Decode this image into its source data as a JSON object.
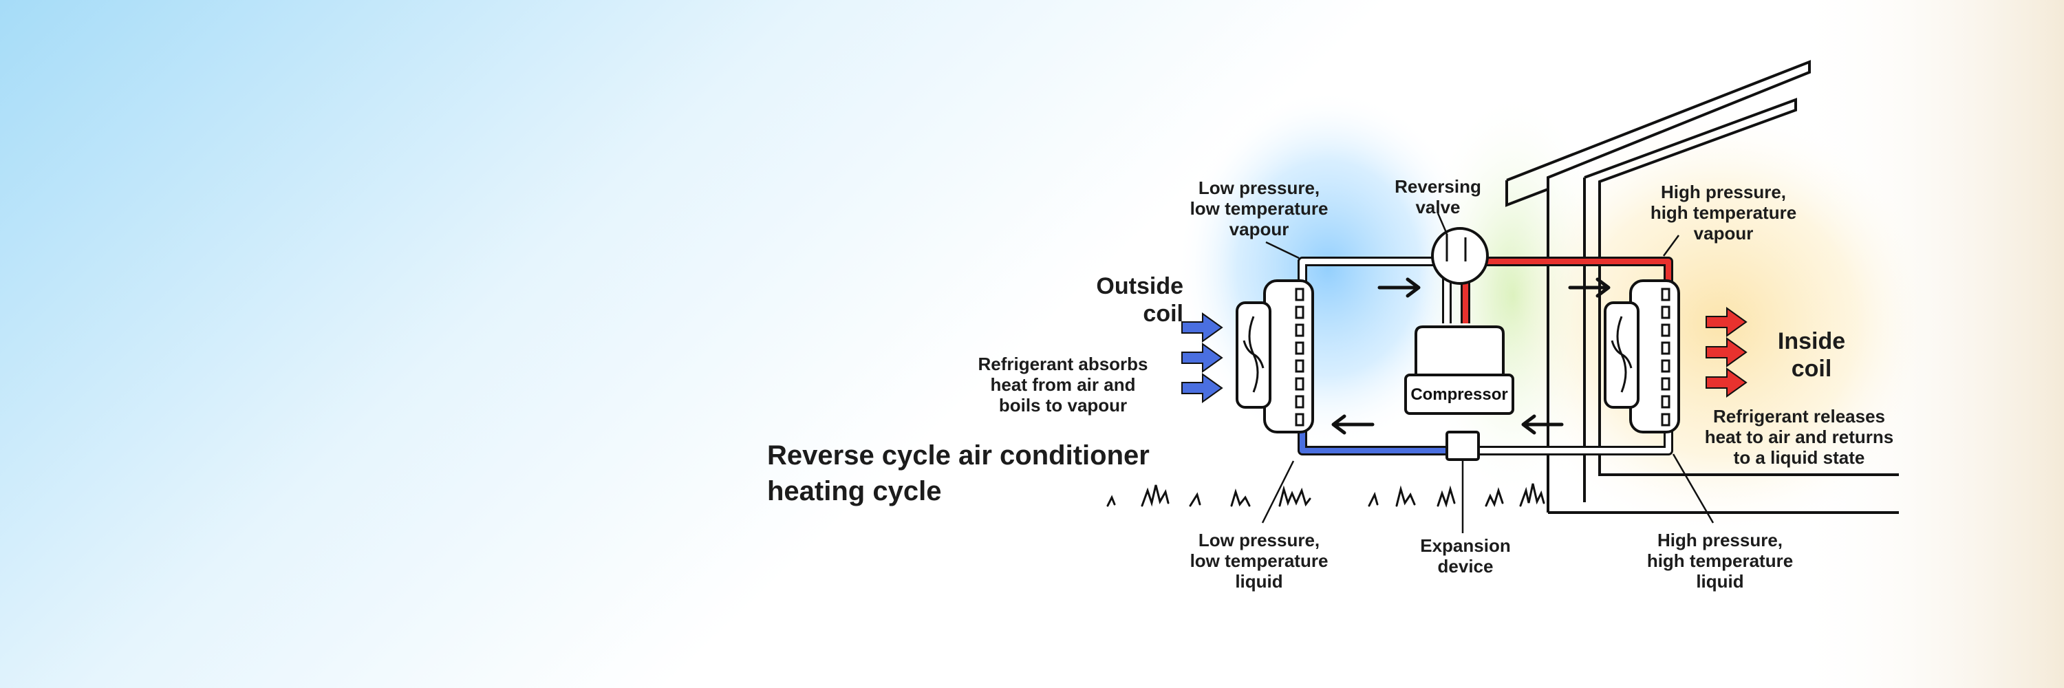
{
  "title": "Reverse cycle air conditioner\nheating cycle",
  "labels": {
    "outside_coil": "Outside\ncoil",
    "inside_coil": "Inside\ncoil",
    "absorbs": "Refrigerant absorbs\nheat from air and\nboils to vapour",
    "releases": "Refrigerant releases\nheat to air and returns\nto a liquid state",
    "lp_vapour": "Low pressure,\nlow temperature\nvapour",
    "hp_vapour": "High pressure,\nhigh temperature\nvapour",
    "lp_liquid": "Low pressure,\nlow temperature\nliquid",
    "hp_liquid": "High pressure,\nhigh temperature\nliquid",
    "reversing_valve": "Reversing\nvalve",
    "expansion_device": "Expansion\ndevice",
    "compressor": "Compressor"
  },
  "colors": {
    "cold_pipe": "#4a6fe0",
    "hot_pipe": "#e8322e",
    "neutral_pipe": "#ffffff",
    "outline": "#111111",
    "cold_glow": "#9fd6ff",
    "warm_glow": "#fde9b0",
    "green_glow": "#d8f0b8"
  }
}
